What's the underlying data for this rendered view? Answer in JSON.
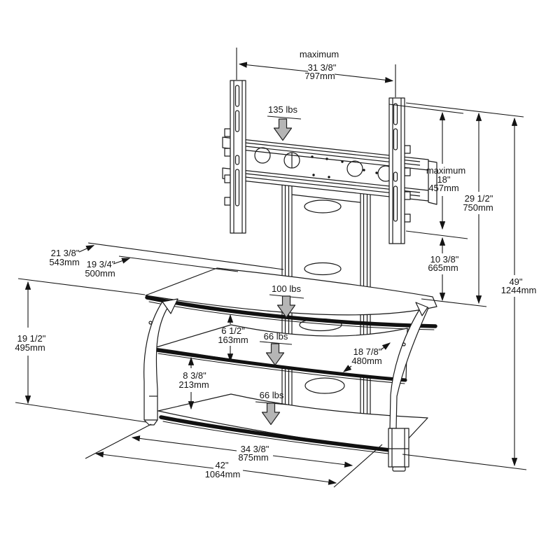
{
  "figure": {
    "type": "technical-dimension-diagram",
    "subject": "TV stand with flat panel mount bracket and three shelves"
  },
  "colors": {
    "line": "#141414",
    "load_arrow_fill": "#b5b5b5",
    "background": "#ffffff"
  },
  "dims": {
    "mount_width": {
      "note": "maximum",
      "in": "31 3/8\"",
      "mm": "797mm"
    },
    "mount_height": {
      "note": "maximum",
      "in": "18\"",
      "mm": "457mm"
    },
    "mount_top_to_shelf": {
      "in": "29 1/2\"",
      "mm": "750mm"
    },
    "bracket_to_shelf": {
      "in": "10 3/8\"",
      "mm": "665mm"
    },
    "overall_height": {
      "in": "49\"",
      "mm": "1244mm"
    },
    "overall_depth": {
      "in": "21 3/8\"",
      "mm": "543mm"
    },
    "top_shelf_depth": {
      "in": "19 3/4\"",
      "mm": "500mm"
    },
    "top_shelf_height": {
      "in": "19 1/2\"",
      "mm": "495mm"
    },
    "top_to_middle_gap": {
      "in": "6 1/2\"",
      "mm": "163mm"
    },
    "middle_shelf_depth": {
      "in": "18 7/8\"",
      "mm": "480mm"
    },
    "middle_to_bottom_gap": {
      "in": "8 3/8\"",
      "mm": "213mm"
    },
    "inner_width": {
      "in": "34 3/8\"",
      "mm": "875mm"
    },
    "overall_width": {
      "in": "42\"",
      "mm": "1064mm"
    }
  },
  "loads": {
    "mount": "135 lbs",
    "top_shelf": "100 lbs",
    "middle_shelf": "66 lbs",
    "bottom_shelf": "66 lbs"
  }
}
